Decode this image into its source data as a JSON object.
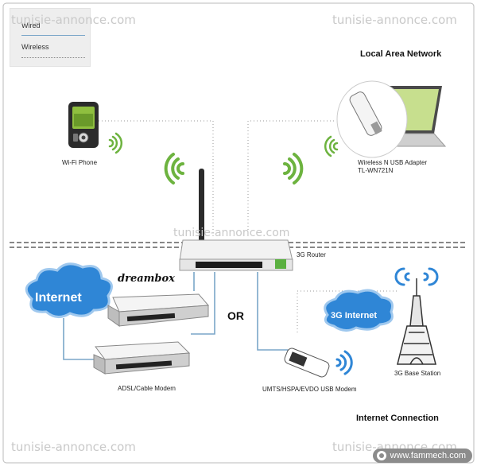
{
  "legend": {
    "wired": "Wired",
    "wireless": "Wireless"
  },
  "sections": {
    "lan": "Local Area Network",
    "internet": "Internet Connection"
  },
  "devices": {
    "wifi_phone": "Wi-Fi Phone",
    "usb_adapter_line1": "Wireless N USB Adapter",
    "usb_adapter_line2": "TL-WN721N",
    "router": "3G Router",
    "dreambox": "dreambox",
    "internet_cloud": "Internet",
    "modem": "ADSL/Cable Modem",
    "or": "OR",
    "usb_modem": "UMTS/HSPA/EVDO USB Modem",
    "cloud_3g": "3G Internet",
    "base_station": "3G Base Station"
  },
  "watermarks": {
    "top_left": "tunisie-annonce.com",
    "top_right": "tunisie-annonce.com",
    "center": "tunisie-annonce.com",
    "bottom_left": "tunisie-annonce.com",
    "bottom_right": "tunisie-annonce.com"
  },
  "credit": "www.fammech.com",
  "colors": {
    "wireless_wave": "#6db33f",
    "cloud": "#2f86d6",
    "wired_line": "#7aa6c8"
  }
}
